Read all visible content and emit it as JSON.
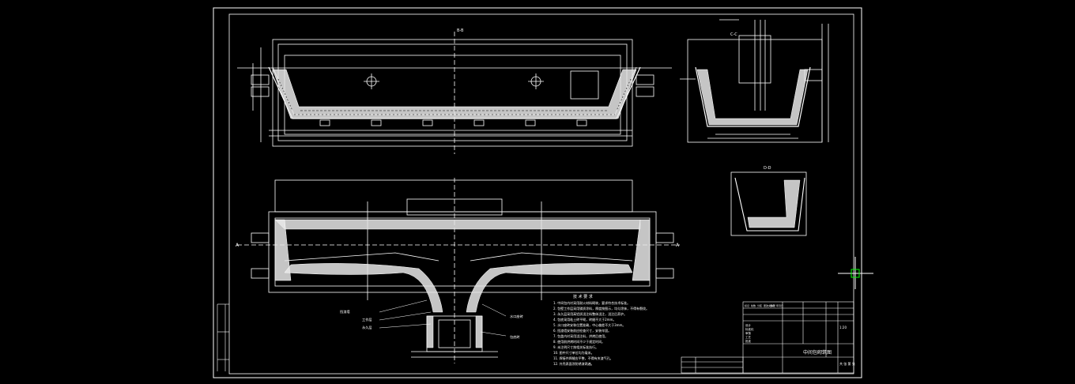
{
  "colors": {
    "background": "#000000",
    "line": "#ffffff",
    "refractory_fill": "#e8e8e8",
    "cursor": "#00ff00"
  },
  "sheet": {
    "elevation_section_label": "B-B",
    "side_section_label": "C-C",
    "small_section_label": "D-D",
    "plan_cut_markers": [
      "A",
      "A"
    ]
  },
  "notes": {
    "heading": "技 术 要 求",
    "lines": [
      "1. 中间包内衬采用耐火材料砌筑，要求符合技术标准。",
      "2. 包壁工作层采用镁质涂料，厚度按图示，均匀涂抹，不得有裂纹。",
      "3. 永久层采用高铝质浇注料整体浇注，浇注后养护。",
      "4. 包底采用粘土砖平砌，砖缝不大于2mm。",
      "5. 水口座砖安装位置准确，中心偏差不大于3mm。",
      "6. 挡渣墙安装前应检查尺寸，安装牢固。",
      "7. 包盖内衬采用浇注料，烘烤后使用。",
      "8. 使用前烘烤时间不少于规定时间。",
      "9. 未注明尺寸按相关标准执行。",
      "10. 图中尺寸单位均为毫米。",
      "11. 焊接件焊缝应平整，不得有夹渣气孔。",
      "12. 外壳表面涂防锈漆两遍。"
    ]
  },
  "title_block": {
    "title": "中间包砌筑图",
    "rows": [
      "标记",
      "处数",
      "分区",
      "更改文件号",
      "签名",
      "年月日"
    ],
    "roles": [
      "设计",
      "标准化",
      "审核",
      "工艺",
      "批准"
    ],
    "scale": "1:20",
    "sheet_info": "共 张 第 张"
  },
  "callouts": [
    "挡渣墙",
    "工作层",
    "永久层",
    "水口座砖",
    "包底砖"
  ]
}
